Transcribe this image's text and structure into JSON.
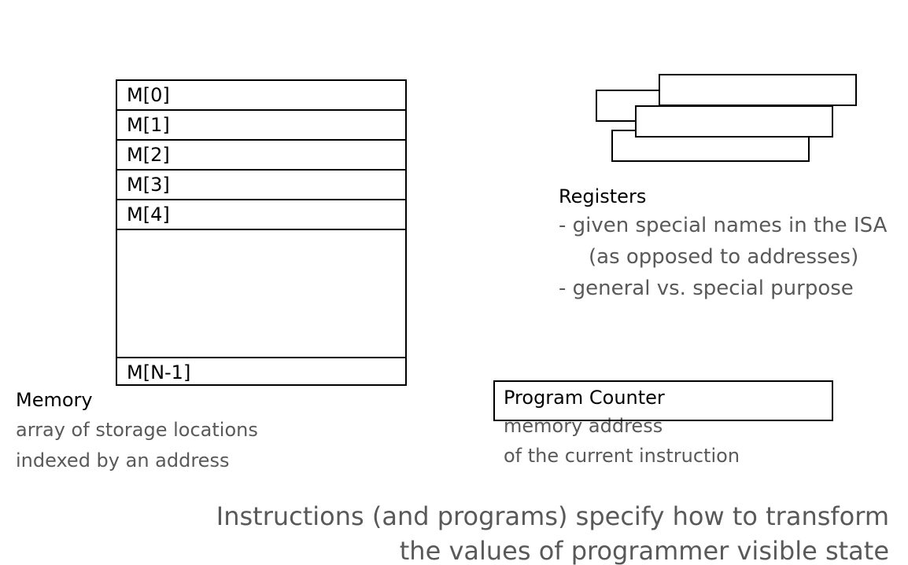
{
  "memory": {
    "cells": [
      "M[0]",
      "M[1]",
      "M[2]",
      "M[3]",
      "M[4]"
    ],
    "last_cell": "M[N-1]",
    "title": "Memory",
    "description": [
      "array of storage locations",
      "indexed by an address"
    ]
  },
  "registers": {
    "title": "Registers",
    "notes": [
      "-  given special names in the ISA",
      "(as opposed to addresses)",
      "-  general vs. special purpose"
    ]
  },
  "program_counter": {
    "label": "Program Counter",
    "description": [
      "memory address",
      "of the current instruction"
    ]
  },
  "statement": {
    "line1": "Instructions (and programs) specify how to transform",
    "line2": "the values of programmer visible state"
  },
  "colors": {
    "primary_text": "#000000",
    "secondary_text": "#595959",
    "outline": "#000000"
  }
}
